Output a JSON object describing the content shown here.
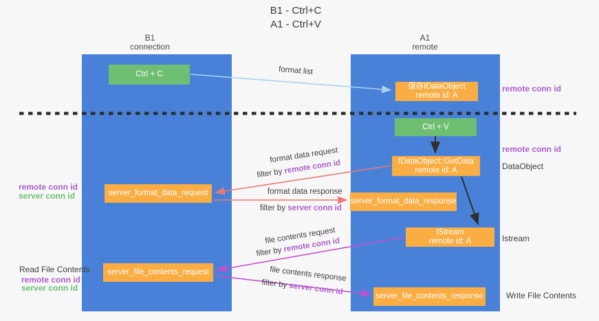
{
  "title": {
    "line1": "B1 - Ctrl+C",
    "line2": "A1 - Ctrl+V"
  },
  "lanes": {
    "b1": {
      "name": "B1",
      "role": "connection"
    },
    "a1": {
      "name": "A1",
      "role": "remote"
    }
  },
  "nodes": {
    "ctrl_c": "Ctrl + C",
    "ctrl_v": "Ctrl + V",
    "save_dataobject": {
      "line1": "保存IDataObject",
      "line2": "remote id: A"
    },
    "getdata": {
      "line1": "IDataObject::GetData",
      "line2": "remote id: A"
    },
    "istream_box": {
      "line1": "IStream",
      "line2": "remote id: A"
    },
    "format_request": "server_format_data_request",
    "format_response": "server_format_data_response",
    "file_request": "server_file_contents_request",
    "file_response": "server_file_contents_response"
  },
  "arrows": {
    "format_list": "format list",
    "format_data_request": "format data request",
    "format_data_response": "format data response",
    "file_contents_request": "file contents request",
    "file_contents_response": "file contents response",
    "filter_by": "filter by ",
    "remote_conn_id": "remote conn id",
    "server_conn_id": "server conn id"
  },
  "side_labels": {
    "remote_conn_id_top": "remote conn id",
    "remote_conn_id_mid": "remote conn id",
    "dataobject": "DataObject",
    "istream": "Istream",
    "write_file_contents": "Write File Contents",
    "read_file_contents": "Read File Contents",
    "left_remote_conn_id": "remote conn id",
    "left_server_conn_id": "server conn id",
    "read_remote_conn_id": "remote conn id",
    "read_server_conn_id": "server conn id"
  },
  "colors": {
    "lane_blue": "#4a81d8",
    "box_green": "#6fbf72",
    "box_orange": "#f9ad42",
    "arrow_salmon": "#ea7a70",
    "arrow_magenta": "#c74ec9",
    "arrow_lightblue": "#a8d2f0",
    "arrow_black": "#2f2f2f",
    "text_purple": "#ac5fc8",
    "text_green": "#6fc071",
    "background": "#f7f7f8"
  }
}
